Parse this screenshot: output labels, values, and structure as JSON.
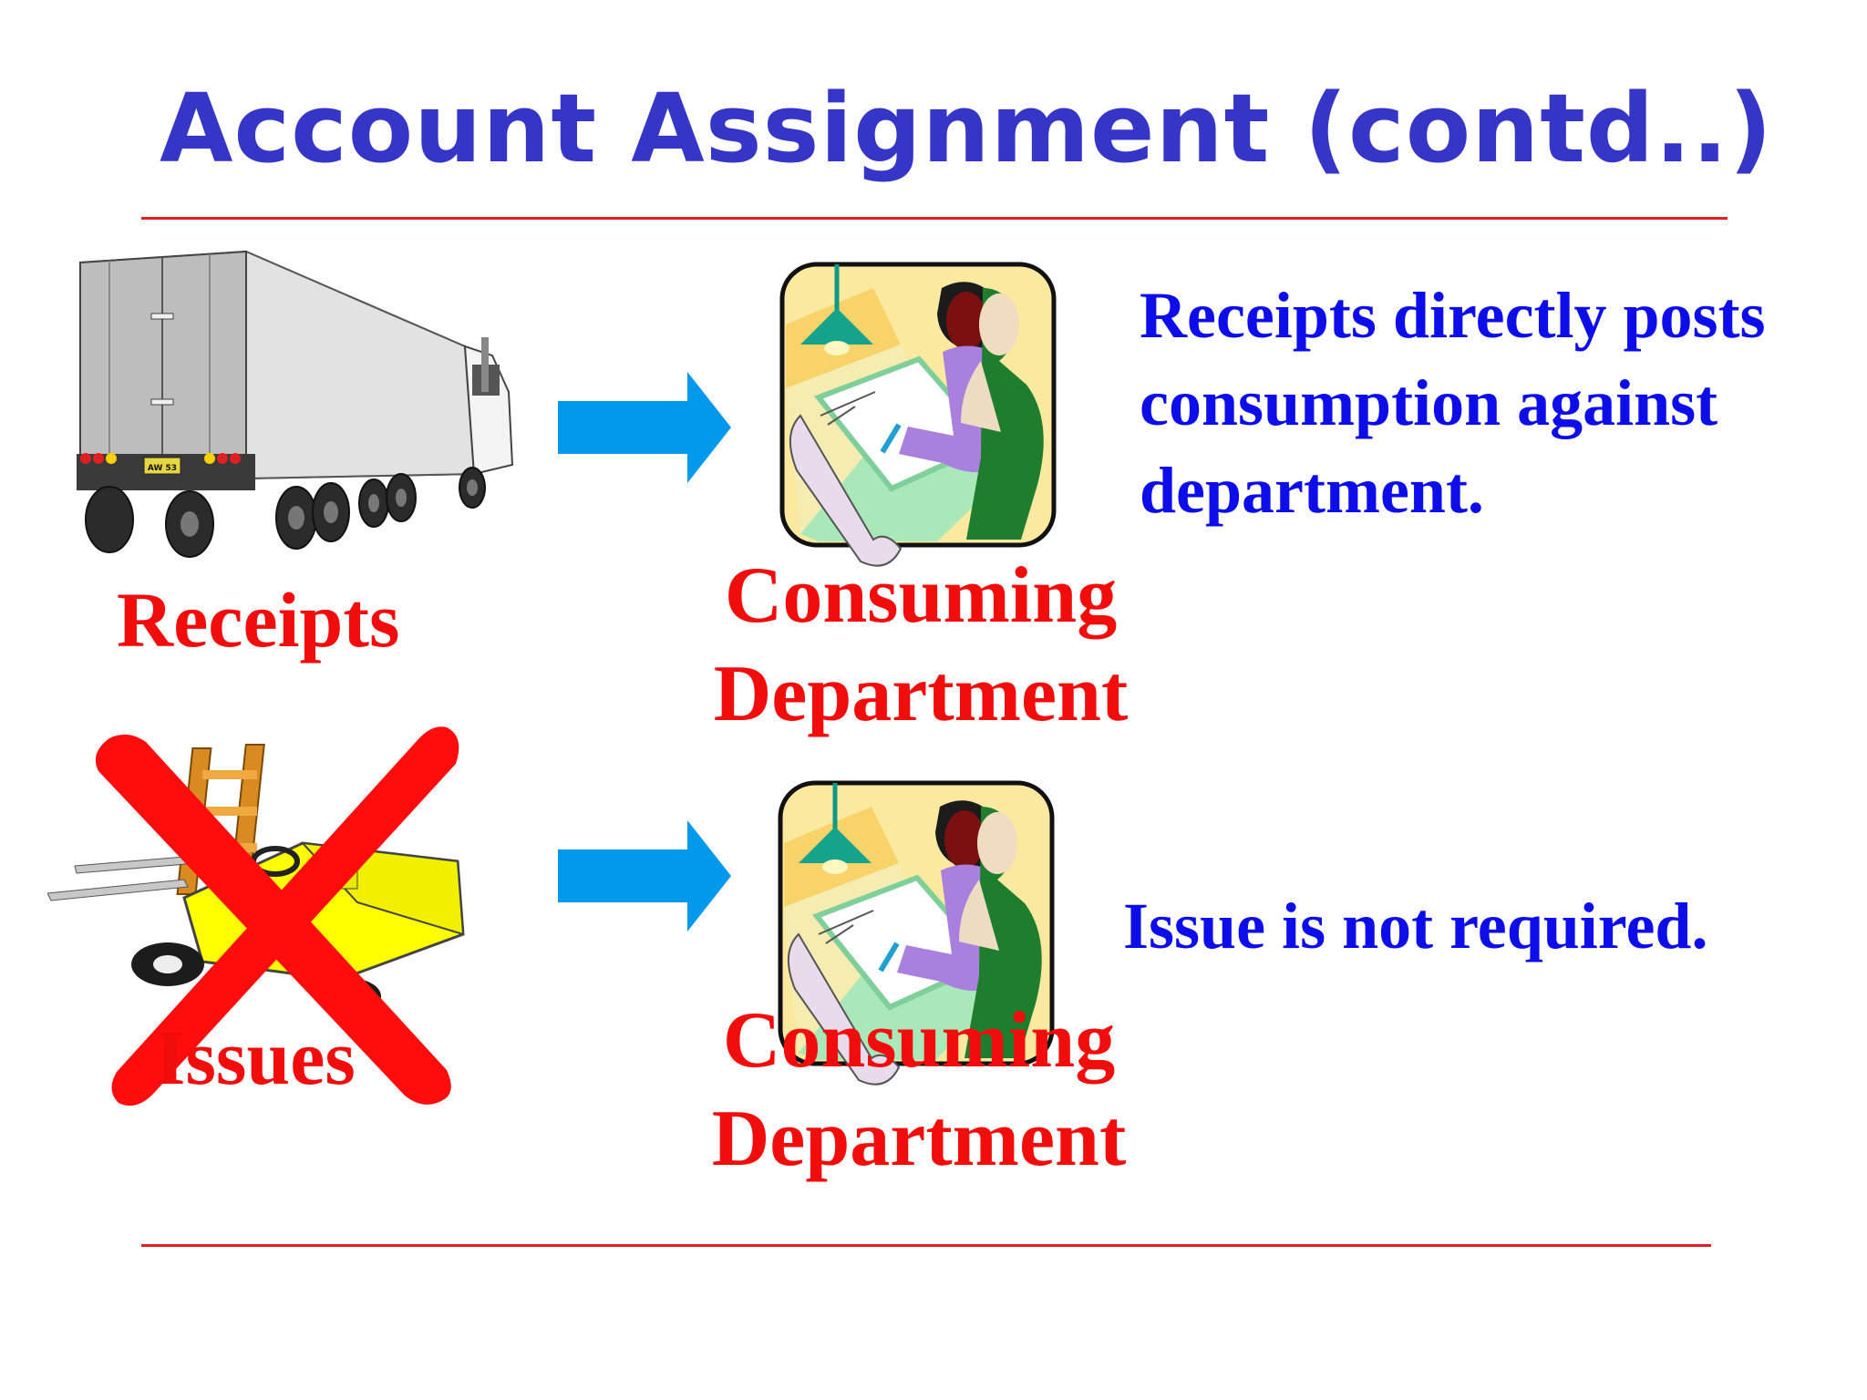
{
  "title": "Account Assignment (contd..)",
  "row1": {
    "source_label": "Receipts",
    "target_label_line1": "Consuming",
    "target_label_line2": "Department",
    "description": "Receipts directly posts consumption against department.",
    "source_icon": "truck-icon",
    "target_icon": "drafting-workers-icon"
  },
  "row2": {
    "source_label": "Issues",
    "target_label_line1": "Consuming",
    "target_label_line2": "Department",
    "description": "Issue is not required.",
    "source_icon": "forklift-icon",
    "cross_icon": "red-x-icon",
    "target_icon": "drafting-workers-icon"
  },
  "truck_plate": "AW 53",
  "colors": {
    "title": "#3535c8",
    "rule": "#e02020",
    "label": "#f20d0d",
    "description": "#0d0dea",
    "arrow": "#0099ee"
  }
}
